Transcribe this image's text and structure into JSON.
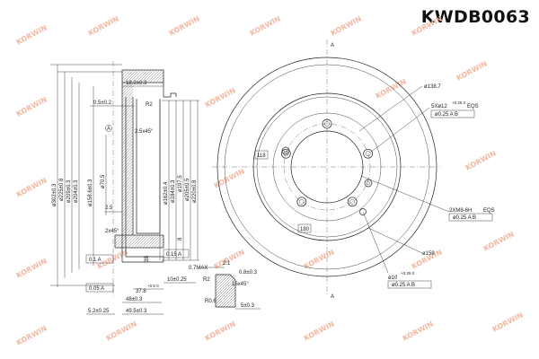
{
  "header": {
    "part_number": "KWDB0063"
  },
  "watermark": {
    "text": "KORWIN",
    "color": "#f2b8a2"
  },
  "section_view": {
    "diameters": [
      "ø302±0.3",
      "ø225±0.8",
      "ø209±0.3",
      "ø204±0.3",
      "ø158.6±0.3",
      "ø70.5",
      "ø162±0.4",
      "ø184±0.3",
      "ø197.5",
      "ø205±0.5",
      "ø220±0.8"
    ],
    "labels": {
      "top_width": "18.2±0.3",
      "offset": "0.5±0.2",
      "radius_top": "R2",
      "chamfer": "2.5x45°",
      "datum_a": "A",
      "small_step": "2.5",
      "chamfer2": "2x45°",
      "flatness_left": "0.1 A",
      "parallel_left": "0.05 A",
      "bottom_dim": "37.8",
      "bottom_tol": "+0.5 0",
      "flatness_right": "0.15 A",
      "thickness": "10±0.25",
      "total_height": "49.5±0.3",
      "lower_offset": "5.2±0.25",
      "width": "48±0.3",
      "side_mark": "8",
      "side_label": "3B"
    }
  },
  "detail_view": {
    "scale": "2:1",
    "max_label": "0.7MAX",
    "dim1": "0.8±0.3",
    "radius": "R2",
    "chamfer": "15x45°",
    "radius_bottom": "R0.6",
    "dim2": "5±0.3"
  },
  "front_view": {
    "section_mark": "A",
    "hub_dia": "ø138.7",
    "bolt_hole": "5Xø12",
    "bolt_tol": "+0.25 0",
    "eqs1": "EQS",
    "position_tol1": "ø0.25 A B",
    "thread": "2XM8-6H",
    "eqs2": "EQS",
    "position_tol2": "ø0.25 A B",
    "pcd": "ø158",
    "pin_hole": "ø10",
    "pin_tol": "+0.25 0",
    "position_tol3": "ø0.25 A B",
    "left_mark": "118",
    "bottom_mark": "180"
  }
}
